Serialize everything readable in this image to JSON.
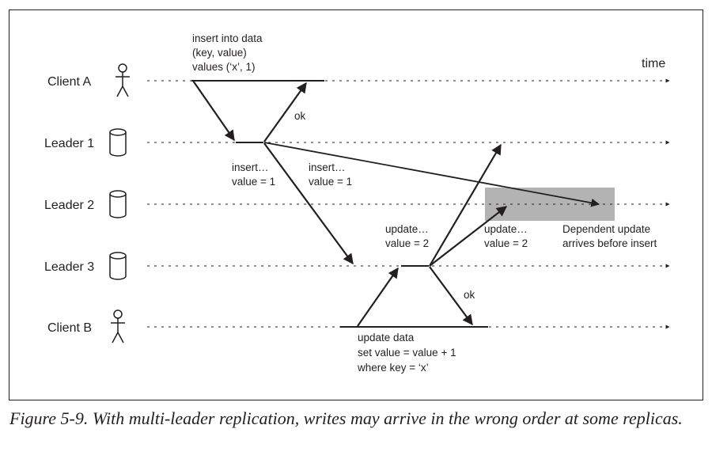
{
  "lanes": {
    "client_a": "Client A",
    "leader_1": "Leader 1",
    "leader_2": "Leader 2",
    "leader_3": "Leader 3",
    "client_b": "Client B"
  },
  "time_label": "time",
  "messages": {
    "insert_cmd": [
      "insert into data",
      "(key, value)",
      "values (‘x’, 1)"
    ],
    "ok_a": "ok",
    "insert_to_l3": [
      "insert…",
      "value = 1"
    ],
    "insert_to_l2": [
      "insert…",
      "value = 1"
    ],
    "update_to_l3": [
      "update…",
      "value = 2"
    ],
    "update_to_l2": [
      "update…",
      "value = 2"
    ],
    "ok_b": "ok",
    "update_cmd": [
      "update data",
      "set value = value + 1",
      "where key = ‘x’"
    ],
    "dependent_note": [
      "Dependent update",
      "arrives before insert"
    ]
  },
  "highlight_color": "#b3b3b3",
  "caption": "Figure 5-9. With multi-leader replication, writes may arrive in the wrong order at some replicas."
}
